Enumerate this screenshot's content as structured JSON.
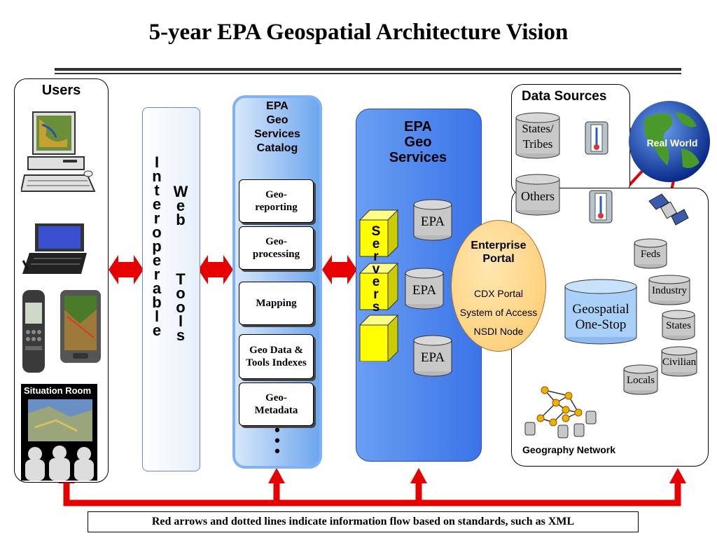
{
  "title": "5-year EPA Geospatial Architecture Vision",
  "users": {
    "heading": "Users",
    "situation_room_label": "Situation Room"
  },
  "interoperable_web_tools": {
    "word1": [
      "I",
      "n",
      "t",
      "e",
      "r",
      "o",
      "p",
      "e",
      "r",
      "a",
      "b",
      "l",
      "e"
    ],
    "word2": [
      "W",
      "e",
      "b"
    ],
    "word3": [
      "T",
      "o",
      "o",
      "l",
      "s"
    ]
  },
  "catalog": {
    "heading_lines": [
      "EPA",
      "Geo",
      "Services",
      "Catalog"
    ],
    "items": [
      {
        "lines": [
          "Geo-",
          "reporting"
        ]
      },
      {
        "lines": [
          "Geo-",
          "processing"
        ]
      },
      {
        "lines": [
          "Mapping"
        ]
      },
      {
        "lines": [
          "Geo Data &",
          "Tools Indexes"
        ]
      },
      {
        "lines": [
          "Geo-",
          "Metadata"
        ]
      }
    ],
    "more": "•\n•\n•"
  },
  "geo_services": {
    "heading_lines": [
      "EPA",
      "Geo",
      "Services"
    ],
    "servers_letters": [
      "S",
      "e",
      "r",
      "v",
      "e",
      "r",
      "s"
    ],
    "databases": [
      "EPA",
      "EPA",
      "EPA"
    ]
  },
  "portal": {
    "title_lines": [
      "Enterprise",
      "Portal"
    ],
    "items": [
      "CDX Portal",
      "System of Access",
      "NSDI Node"
    ]
  },
  "data_sources": {
    "heading": "Data Sources",
    "states_tribes": "States/ Tribes",
    "others": "Others",
    "real_world": "Real World"
  },
  "one_stop": {
    "label_lines": [
      "Geospatial",
      "One-Stop"
    ],
    "partners": [
      "Feds",
      "Industry",
      "States",
      "Civilian",
      "Locals"
    ],
    "geography_network": "Geography Network"
  },
  "footer_note": "Red arrows and dotted lines indicate information flow based on standards, such as XML",
  "colors": {
    "arrow_red": "#e60000",
    "catalog_blue": "#6ea6ee",
    "services_blue": "#4a82ee",
    "server_yellow": "#ffff00",
    "portal_orange": "#ffd27f",
    "cylinder_gray": "#c8c8c8",
    "onestop_blue": "#a8d0f8"
  }
}
